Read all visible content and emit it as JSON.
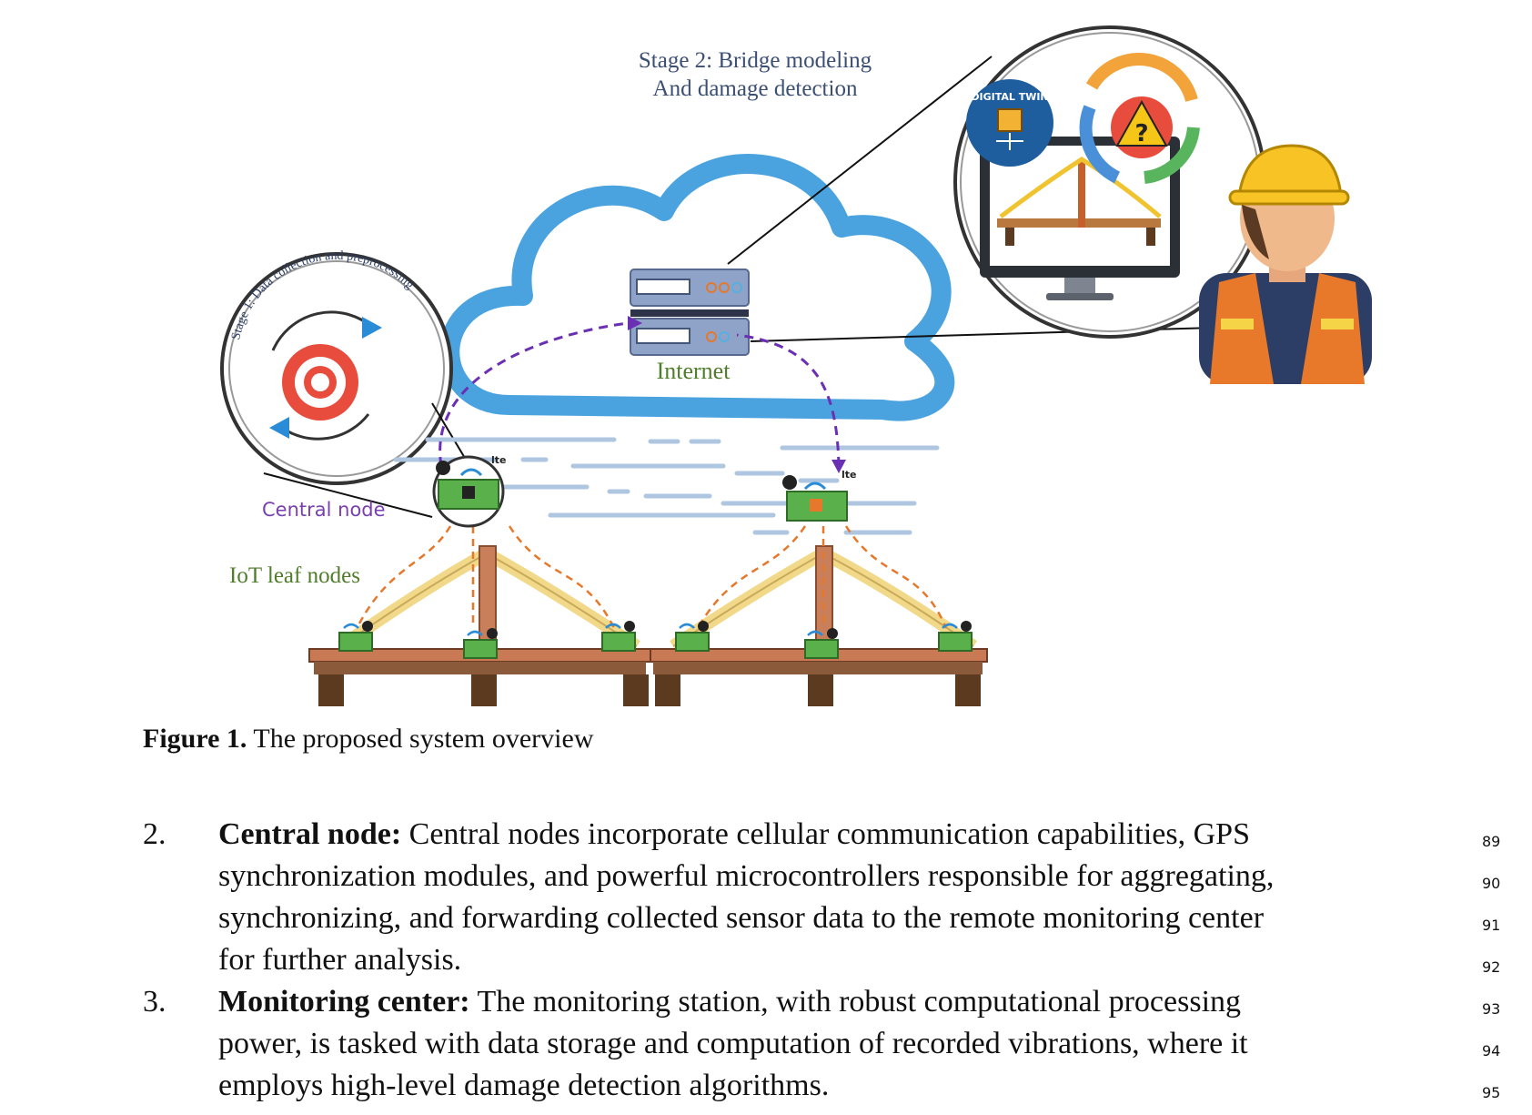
{
  "figure": {
    "stage2_line1": "Stage 2: Bridge modeling",
    "stage2_line2": "And damage detection",
    "internet_label": "Internet",
    "central_node_label": "Central node",
    "iot_leaf_label": "IoT leaf nodes",
    "stage1_label": "Stage 1: Data collection and preprocessing",
    "digital_twin_label": "DIGITAL TWIN",
    "lte_label": "lte",
    "question_mark": "?",
    "colors": {
      "cloud": "#4aa3df",
      "purple_link": "#6b2fb3",
      "orange_link": "#e6782b",
      "stage_text": "#3b4f74",
      "central_text": "#7a3fb0",
      "iot_text": "#4f7d2b",
      "internet_text": "#4f7d2b"
    }
  },
  "caption": {
    "label": "Figure 1.",
    "text": "The proposed system overview"
  },
  "items": [
    {
      "number": "2.",
      "term": "Central node:",
      "lines": [
        " Central nodes incorporate cellular communication capabilities, GPS",
        "synchronization modules, and powerful microcontrollers responsible for aggregating,",
        "synchronizing, and forwarding collected sensor data to the remote monitoring center",
        "for further analysis."
      ],
      "line_numbers": [
        "89",
        "90",
        "91",
        "92"
      ]
    },
    {
      "number": "3.",
      "term": "Monitoring center:",
      "lines": [
        " The monitoring station, with robust computational processing",
        "power, is tasked with data storage and computation of recorded vibrations, where it",
        "employs high-level damage detection algorithms."
      ],
      "line_numbers": [
        "93",
        "94",
        "95"
      ]
    }
  ]
}
